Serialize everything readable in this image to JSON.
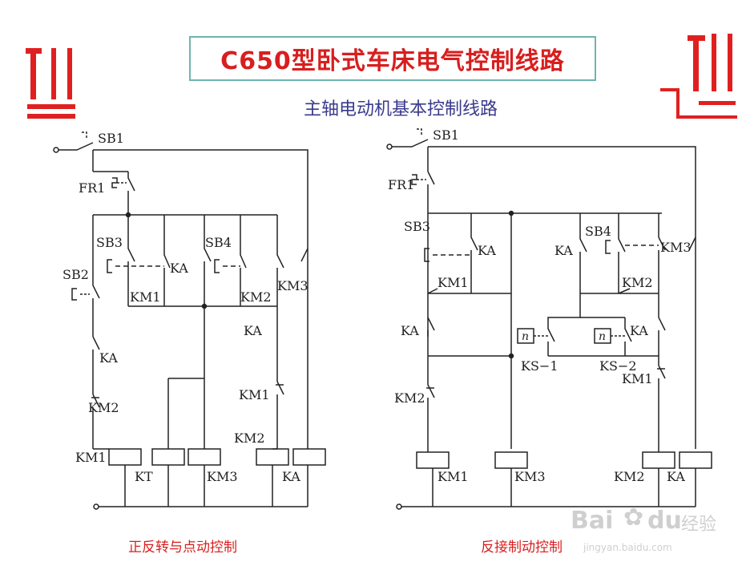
{
  "title": "C650型卧式车床电气控制线路",
  "subtitle": "主轴电动机基本控制线路",
  "left_circuit": {
    "caption": "正反转与点动控制",
    "labels": {
      "sb1": "SB1",
      "fr1": "FR1",
      "sb3": "SB3",
      "sb4": "SB4",
      "sb2": "SB2",
      "ka_a": "KA",
      "km1_c": "KM1",
      "km2_c": "KM2",
      "km3_c": "KM3",
      "ka_b": "KA",
      "ka_c": "KA",
      "km2_d": "KM2",
      "km1_d": "KM1",
      "km2_e": "KM2",
      "coil_km1": "KM1",
      "coil_kt": "KT",
      "coil_km3": "KM3",
      "coil_ka": "KA"
    }
  },
  "right_circuit": {
    "caption": "反接制动控制",
    "labels": {
      "sb1": "SB1",
      "fr1": "FR1",
      "sb3": "SB3",
      "sb4": "SB4",
      "ka_a": "KA",
      "ka_b": "KA",
      "km3_a": "KM3",
      "km1_c": "KM1",
      "km2_c": "KM2",
      "ka_c": "KA",
      "ka_d": "KA",
      "n1": "n",
      "n2": "n",
      "ks1": "KS−1",
      "ks2": "KS−2",
      "km1_d": "KM1",
      "km2_d": "KM2",
      "coil_km1": "KM1",
      "coil_km3": "KM3",
      "coil_km2": "KM2",
      "coil_ka": "KA"
    }
  },
  "watermark": {
    "brand": "Bai",
    "brand2": "经验",
    "url": "jingyan.baidu.com"
  },
  "colors": {
    "title": "#d81e1e",
    "subtitle": "#3a3a8c",
    "frame": "#6fb3b0",
    "deco": "#e02020"
  }
}
